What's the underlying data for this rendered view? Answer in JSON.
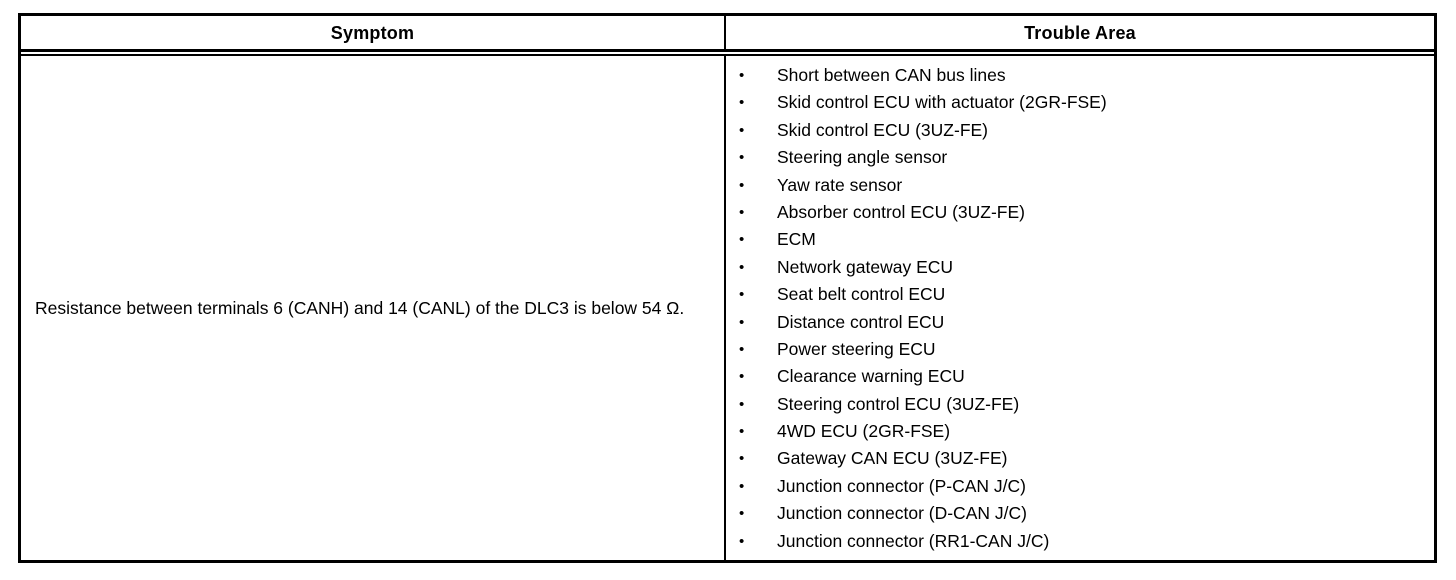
{
  "table": {
    "headers": {
      "symptom": "Symptom",
      "trouble_area": "Trouble Area"
    },
    "symptom": {
      "text": "Resistance between terminals 6 (CANH) and 14 (CANL) of the DLC3 is below 54 Ω."
    },
    "bullet_glyph": "•",
    "trouble_area_items": [
      "Short between CAN bus lines",
      "Skid control ECU with actuator (2GR-FSE)",
      "Skid control ECU (3UZ-FE)",
      "Steering angle sensor",
      "Yaw rate sensor",
      "Absorber control ECU (3UZ-FE)",
      "ECM",
      "Network gateway ECU",
      "Seat belt control ECU",
      "Distance control ECU",
      "Power steering ECU",
      "Clearance warning ECU",
      "Steering control ECU (3UZ-FE)",
      "4WD ECU (2GR-FSE)",
      "Gateway CAN ECU (3UZ-FE)",
      "Junction connector (P-CAN J/C)",
      "Junction connector (D-CAN J/C)",
      "Junction connector (RR1-CAN J/C)"
    ]
  },
  "colors": {
    "border": "#000000",
    "text": "#000000",
    "background": "#ffffff"
  }
}
